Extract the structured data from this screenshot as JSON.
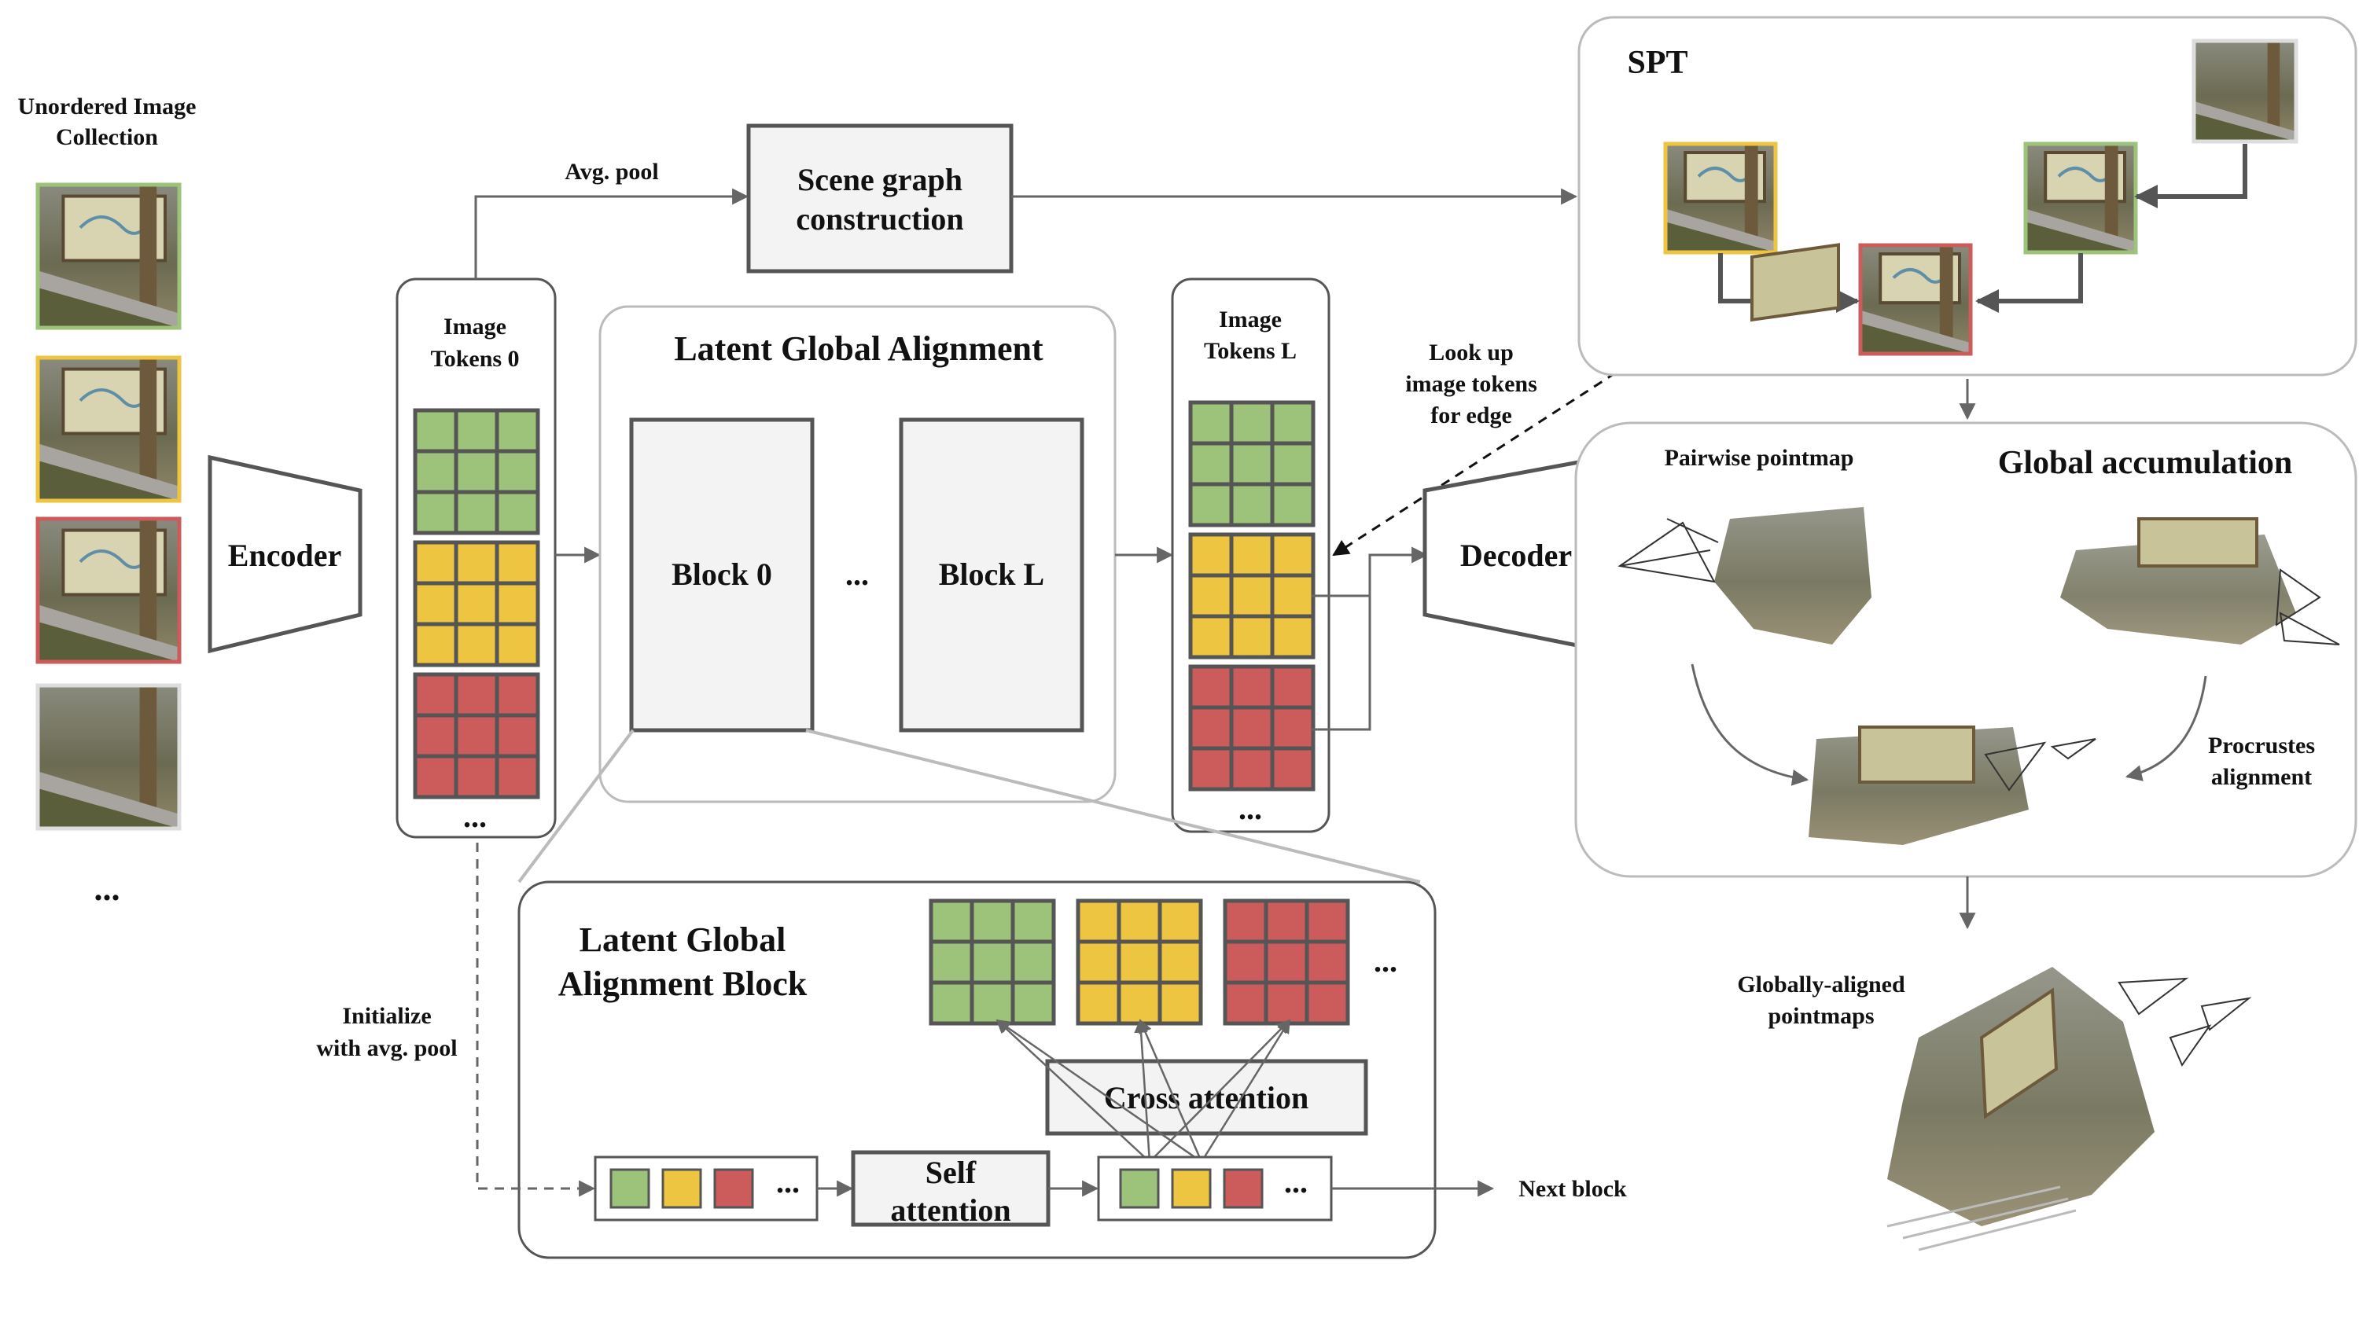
{
  "colors": {
    "green": "#9dc37b",
    "yellow": "#eec540",
    "red": "#cc5b5c",
    "grid_line": "#555555",
    "box_fill": "#f3f3f3",
    "box_stroke": "#555555",
    "panel_stroke": "#bbbbbb",
    "arrow": "#666666"
  },
  "input": {
    "title_line1": "Unordered Image",
    "title_line2": "Collection",
    "thumb_borders": [
      "green",
      "yellow",
      "red",
      "none"
    ],
    "ellipsis": "..."
  },
  "encoder": {
    "label": "Encoder"
  },
  "tokens0": {
    "line1": "Image",
    "line2": "Tokens 0",
    "ellipsis": "..."
  },
  "scene_graph": {
    "line1": "Scene graph",
    "line2": "construction",
    "edge_label": "Avg. pool"
  },
  "lga": {
    "title": "Latent Global Alignment",
    "block0": "Block 0",
    "blockL": "Block L",
    "dots": "..."
  },
  "tokensL": {
    "line1": "Image",
    "line2": "Tokens L",
    "ellipsis": "..."
  },
  "lookup": {
    "line1": "Look up",
    "line2": "image tokens",
    "line3": "for edge"
  },
  "decoder": {
    "label": "Decoder"
  },
  "spt": {
    "title": "SPT",
    "node_borders": [
      "yellow",
      "red",
      "green",
      "none"
    ]
  },
  "global_acc": {
    "title": "Global accumulation",
    "pairwise_label": "Pairwise pointmap",
    "procrustes_line1": "Procrustes",
    "procrustes_line2": "alignment"
  },
  "output": {
    "line1": "Globally-aligned",
    "line2": "pointmaps"
  },
  "lga_block": {
    "title_line1": "Latent Global",
    "title_line2": "Alignment Block",
    "cross_attention": "Cross attention",
    "self_attention_line1": "Self",
    "self_attention_line2": "attention",
    "dots": "...",
    "next_block": "Next block",
    "init_line1": "Initialize",
    "init_line2": "with avg. pool"
  }
}
